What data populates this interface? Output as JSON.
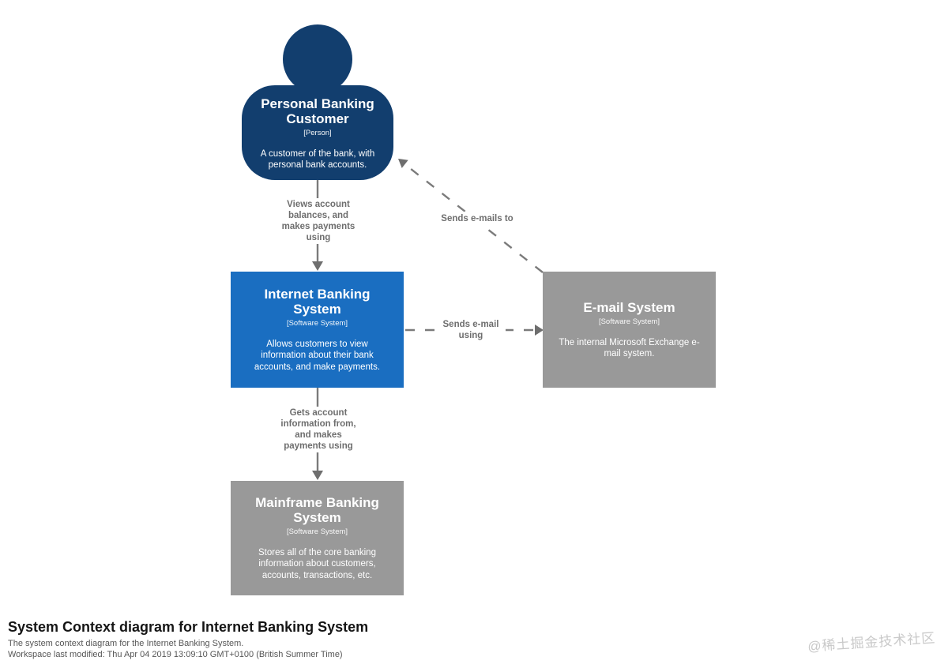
{
  "diagram": {
    "person": {
      "title": "Personal Banking Customer",
      "meta": "[Person]",
      "description": "A customer of the bank, with personal bank accounts."
    },
    "systems": {
      "internet_banking": {
        "title": "Internet Banking System",
        "meta": "[Software System]",
        "description": "Allows customers to view information about their bank accounts, and make payments."
      },
      "email": {
        "title": "E-mail System",
        "meta": "[Software System]",
        "description": "The internal Microsoft Exchange e-mail system."
      },
      "mainframe": {
        "title": "Mainframe Banking System",
        "meta": "[Software System]",
        "description": "Stores all of the core banking information about customers, accounts, transactions, etc."
      }
    },
    "relationships": {
      "views_account": {
        "label": "Views account balances, and makes payments using",
        "style": "solid"
      },
      "sends_emails_to": {
        "label": "Sends e-mails to",
        "style": "dashed"
      },
      "sends_email_using": {
        "label": "Sends e-mail using",
        "style": "dashed"
      },
      "gets_account": {
        "label": "Gets account information from, and makes payments using",
        "style": "solid"
      }
    },
    "colors": {
      "person_fill": "#123e6e",
      "system_fill": "#1a6ec1",
      "external_fill": "#999999",
      "relationship": "#6e6e6e"
    }
  },
  "footer": {
    "title": "System Context diagram for Internet Banking System",
    "subtitle": "The system context diagram for the Internet Banking System.",
    "modified": "Workspace last modified: Thu Apr 04 2019 13:09:10 GMT+0100 (British Summer Time)"
  },
  "watermark": "@稀土掘金技术社区"
}
